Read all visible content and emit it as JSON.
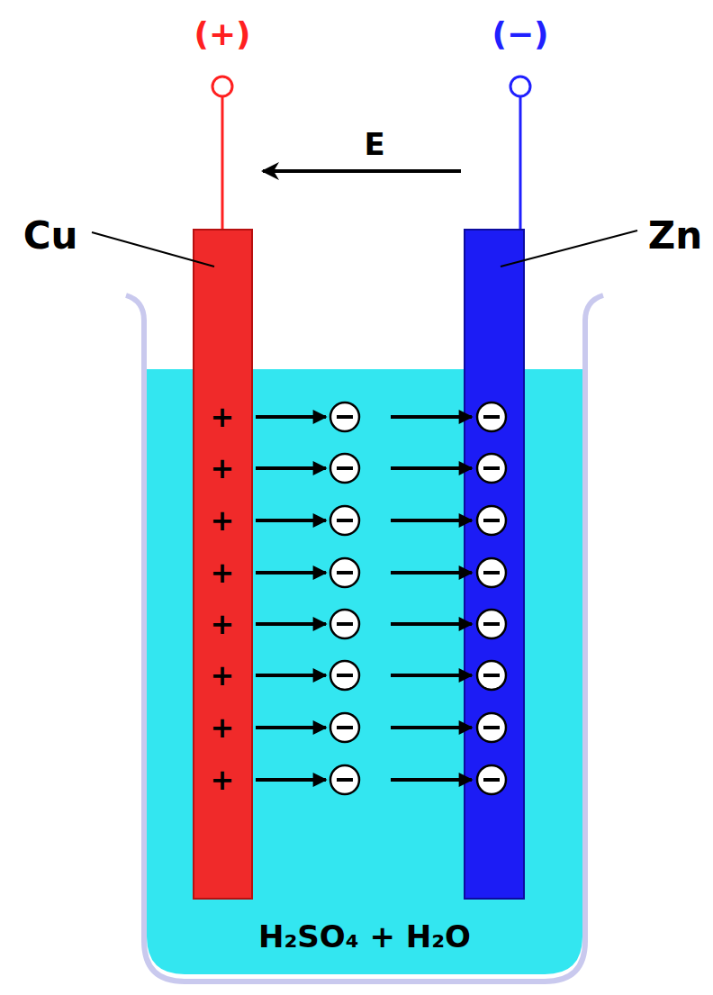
{
  "diagram": {
    "labels": [
      "(+)",
      "(−)",
      "E",
      "Cu",
      "Zn",
      "+",
      "+",
      "+",
      "+",
      "+",
      "+",
      "+",
      "+",
      "H₂SO₄ + H₂O"
    ]
  }
}
